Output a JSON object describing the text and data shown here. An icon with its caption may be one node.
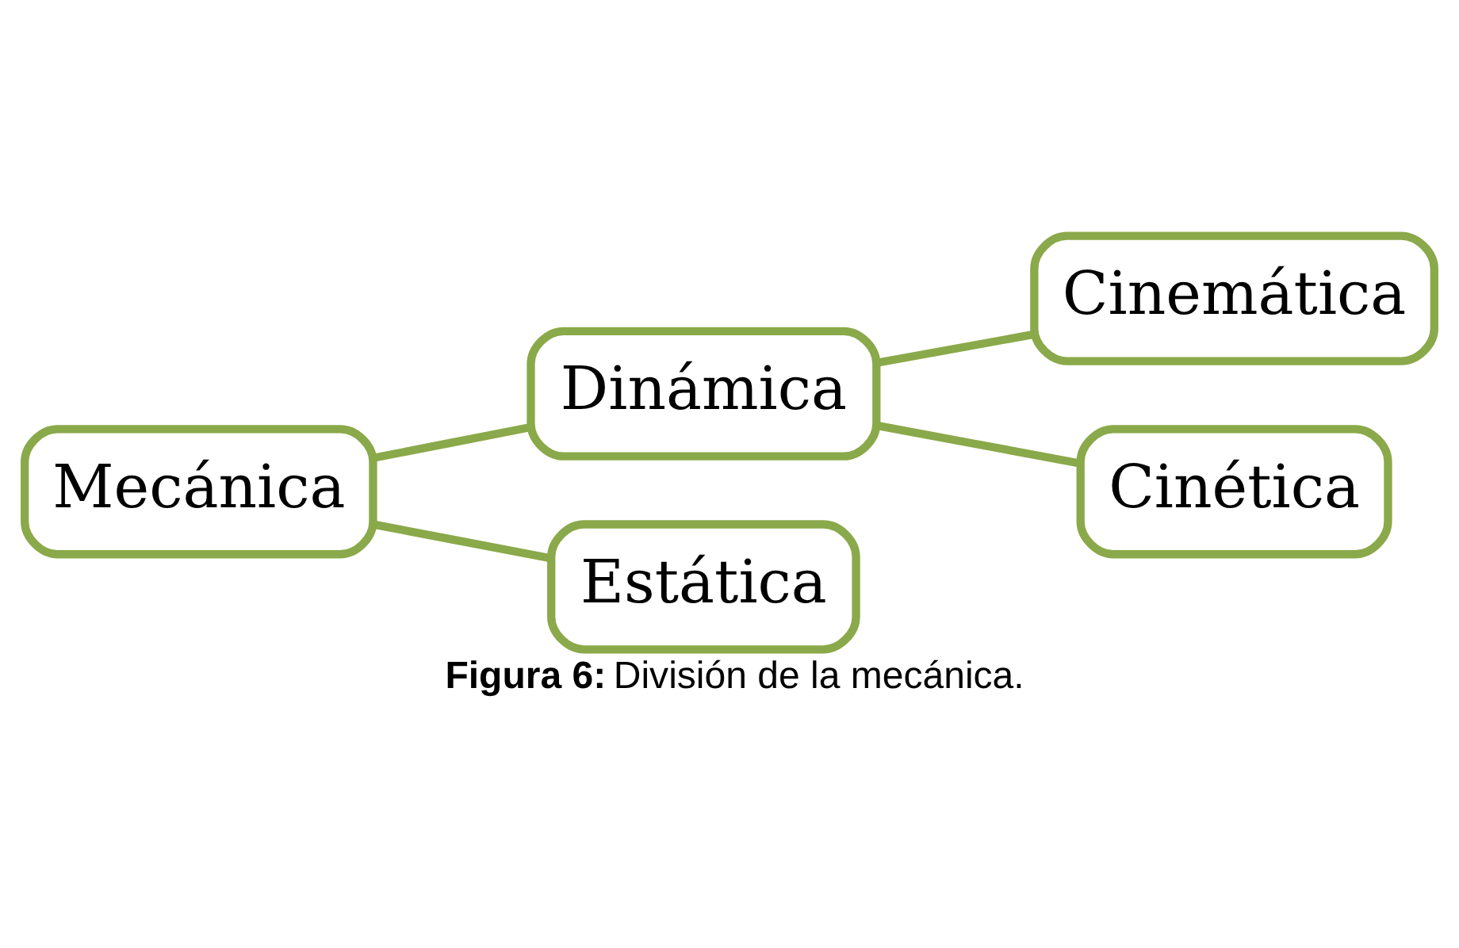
{
  "diagram": {
    "caption": "**Figura 6:** División de la mecánica.",
    "nodes": [
      {
        "text": [
          "Mecánica"
        ]
      },
      {
        "text": [
          "Dinámica"
        ]
      },
      {
        "text": [
          "Estática"
        ]
      },
      {
        "text": [
          "Cinemática"
        ]
      },
      {
        "text": [
          "Cinética"
        ]
      }
    ],
    "edges": [
      {
        "from": 0,
        "to": 1,
        "arrow": "none"
      },
      {
        "from": 0,
        "to": 2,
        "arrow": "none"
      },
      {
        "from": 1,
        "to": 3,
        "arrow": "none"
      },
      {
        "from": 1,
        "to": 4,
        "arrow": "none"
      }
    ]
  }
}
